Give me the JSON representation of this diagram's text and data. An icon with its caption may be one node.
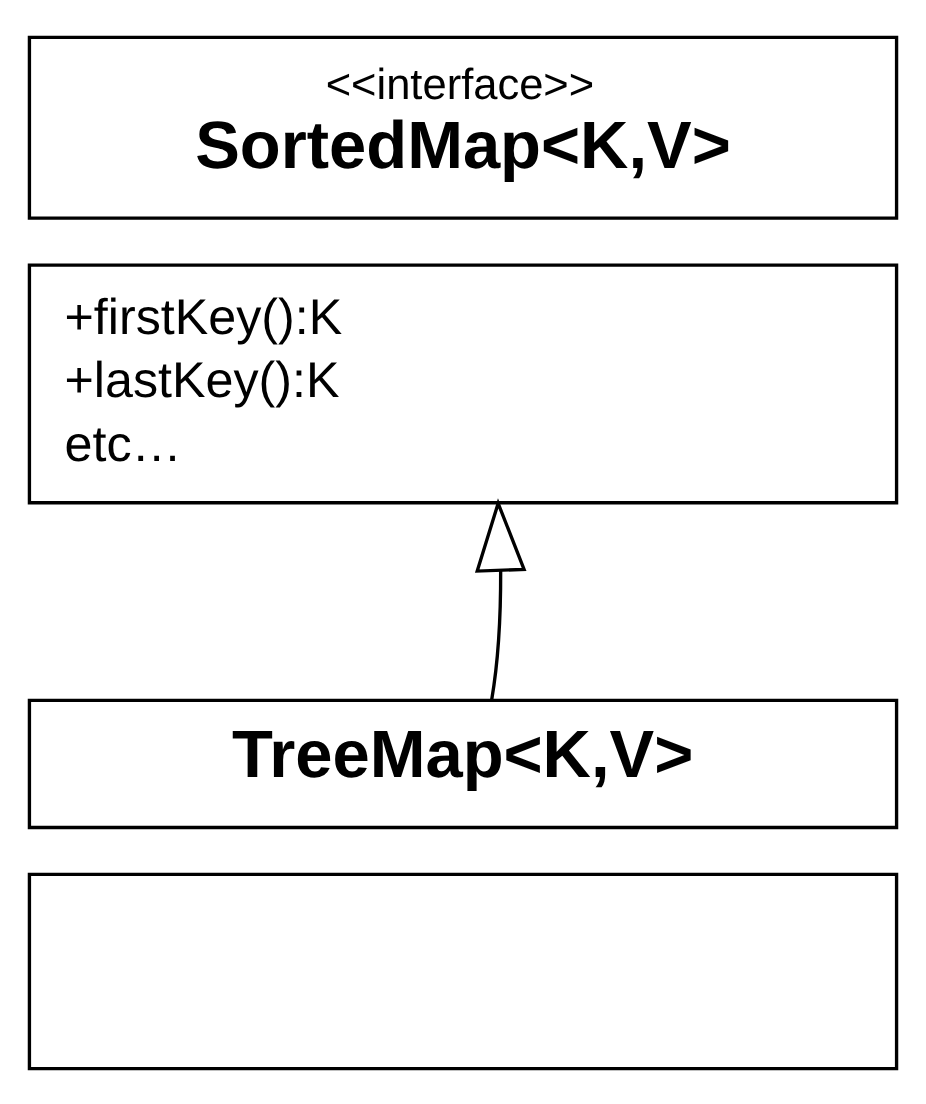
{
  "diagram": {
    "nodes": [
      {
        "text": [
          "<<interface>>",
          "SortedMap<K,V>"
        ]
      },
      {
        "text": [
          "+firstKey():K",
          "+lastKey():K",
          "etc…"
        ]
      },
      {
        "text": [
          "TreeMap<K,V>"
        ]
      },
      {
        "text": [],
        "shape": "box"
      }
    ],
    "edges": [
      {
        "from": 2,
        "to": 1,
        "arrow": "to"
      }
    ]
  }
}
